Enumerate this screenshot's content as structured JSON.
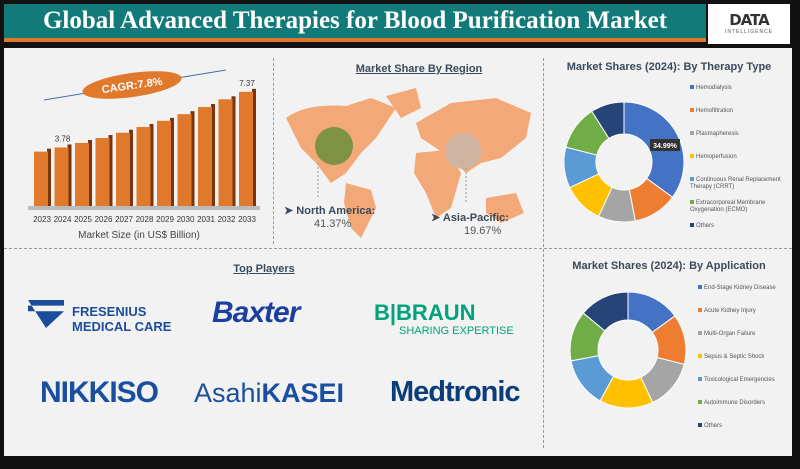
{
  "header": {
    "title": "Global Advanced Therapies for Blood Purification Market",
    "logo_text": "DATA",
    "logo_sub": "INTELLIGENCE"
  },
  "chart_data": [
    {
      "type": "bar",
      "title": "",
      "xlabel": "Market Size (in US$ Billion)",
      "categories": [
        "2023",
        "2024",
        "2025",
        "2026",
        "2027",
        "2028",
        "2029",
        "2030",
        "2031",
        "2032",
        "2033"
      ],
      "values": [
        3.51,
        3.78,
        4.07,
        4.39,
        4.73,
        5.1,
        5.5,
        5.93,
        6.39,
        6.89,
        7.37
      ],
      "data_labels": {
        "2024": "3.78",
        "2033": "7.37"
      },
      "annotation": "CAGR:7.8%",
      "ylim": [
        0,
        8
      ],
      "color": "#e0792c"
    },
    {
      "type": "pie",
      "title": "Market Shares (2024): By Therapy Type",
      "labels": [
        "Hemodialysis",
        "Hemofiltration",
        "Plasmapheresis",
        "Hemoperfusion",
        "Continuous Renal Replacement Therapy (CRRT)",
        "Extracorporeal Membrane Oxygenation (ECMO)",
        "Others"
      ],
      "values": [
        34.99,
        12,
        10,
        11,
        11,
        12,
        9.01
      ],
      "data_label": "34.99%",
      "colors": [
        "#4472c4",
        "#ed7d31",
        "#a5a5a5",
        "#ffc000",
        "#5b9bd5",
        "#70ad47",
        "#264478"
      ]
    },
    {
      "type": "pie",
      "title": "Market Shares (2024): By Application",
      "labels": [
        "End-Stage Kidney Disease",
        "Acute Kidney Injury",
        "Multi-Organ Failure",
        "Sepsis & Septic Shock",
        "Toxicological Emergencies",
        "Autoimmune Disorders",
        "Others"
      ],
      "values": [
        15,
        14,
        14,
        15,
        14,
        14,
        14
      ],
      "colors": [
        "#4472c4",
        "#ed7d31",
        "#a5a5a5",
        "#ffc000",
        "#5b9bd5",
        "#70ad47",
        "#264478"
      ]
    }
  ],
  "region": {
    "title": "Market Share By Region",
    "na_label": "North America:",
    "na_value": "41.37%",
    "ap_label": "Asia-Pacific:",
    "ap_value": "19.67%"
  },
  "players": {
    "title": "Top Players",
    "fresenius1": "FRESENIUS",
    "fresenius2": "MEDICAL CARE",
    "baxter": "Baxter",
    "bbraun1": "B|BRAUN",
    "bbraun2": "SHARING EXPERTISE",
    "nikkiso": "NIKKISO",
    "asahi1": "Asahi",
    "asahi2": "KASEI",
    "medtronic": "Medtronic"
  }
}
